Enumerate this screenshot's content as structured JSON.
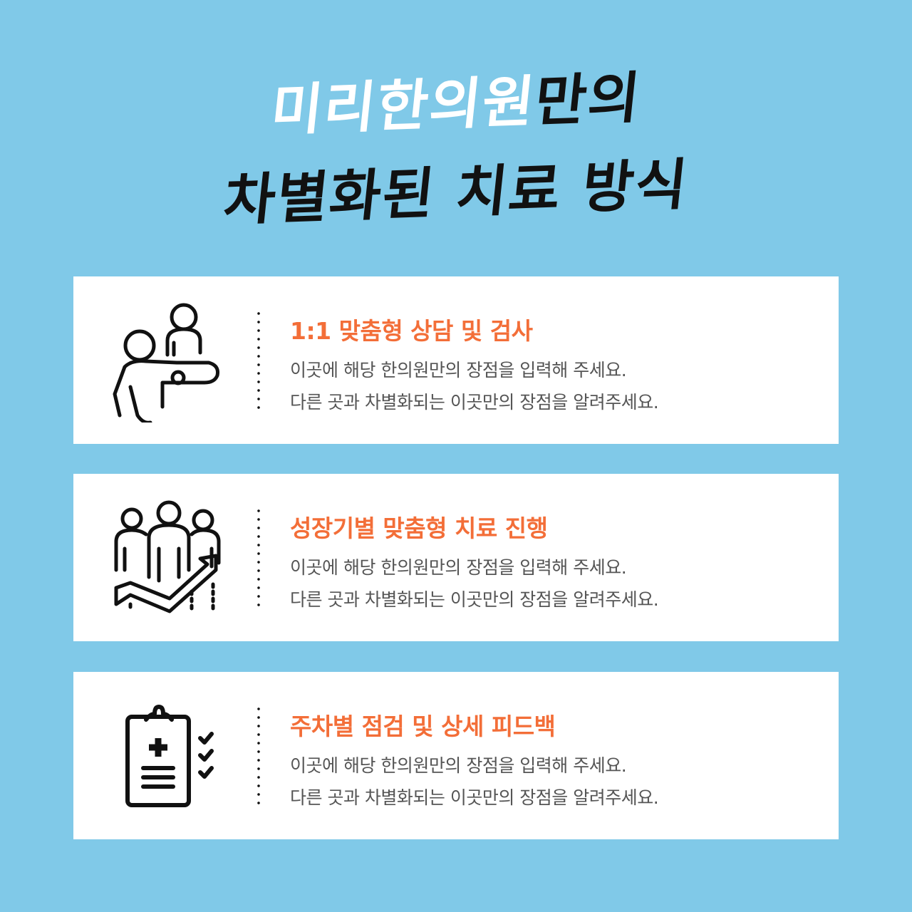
{
  "heading": {
    "line1_highlight": "미리한의원",
    "line1_rest": "만의",
    "line2": "차별화된 치료 방식"
  },
  "colors": {
    "background": "#80c9e8",
    "card": "#ffffff",
    "accent": "#f36e38",
    "body_text": "#555555"
  },
  "cards": [
    {
      "icon": "consultation-icon",
      "title": "1:1 맞춤형 상담 및 검사",
      "desc_line1": "이곳에 해당 한의원만의 장점을 입력해 주세요.",
      "desc_line2": "다른 곳과 차별화되는 이곳만의 장점을 알려주세요."
    },
    {
      "icon": "group-growth-icon",
      "title": "성장기별 맞춤형 치료 진행",
      "desc_line1": "이곳에 해당 한의원만의 장점을 입력해 주세요.",
      "desc_line2": "다른 곳과 차별화되는 이곳만의 장점을 알려주세요."
    },
    {
      "icon": "medical-clipboard-icon",
      "title": "주차별 점검 및 상세 피드백",
      "desc_line1": "이곳에 해당 한의원만의 장점을 입력해 주세요.",
      "desc_line2": "다른 곳과 차별화되는 이곳만의 장점을 알려주세요."
    }
  ]
}
